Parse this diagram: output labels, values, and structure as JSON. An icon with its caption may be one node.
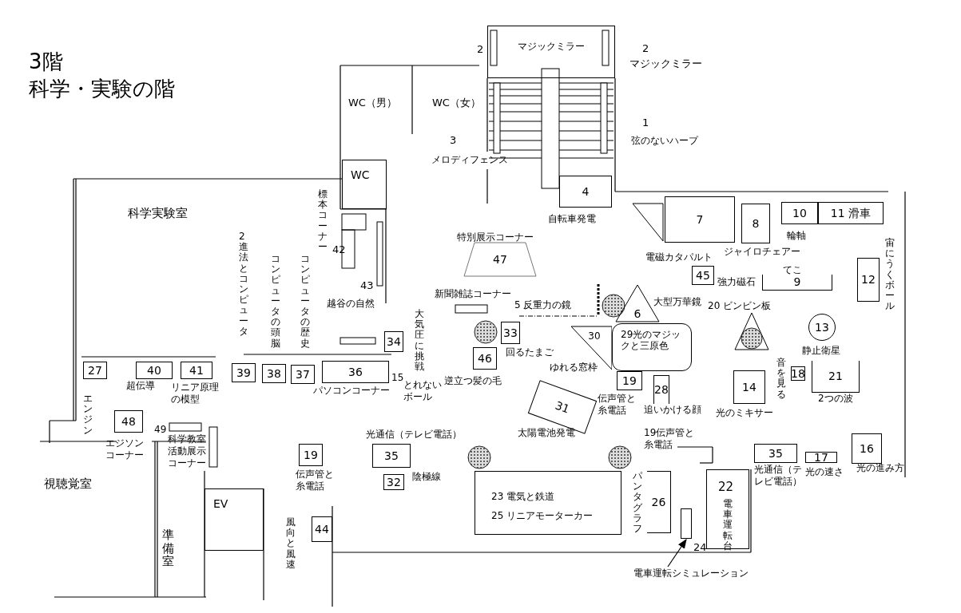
{
  "diagram": {
    "title": "科学・実験の階",
    "nodes": [
      {
        "text": [
          "4"
        ]
      },
      {
        "text": [
          "7"
        ]
      },
      {
        "text": [
          "8"
        ]
      },
      {
        "text": [
          "10"
        ]
      },
      {
        "text": [
          "11 滑車"
        ]
      },
      {
        "text": [
          "12"
        ]
      },
      {
        "text": [
          "47"
        ]
      },
      {
        "text": [
          "45"
        ]
      },
      {
        "text": [
          "9"
        ]
      },
      {
        "text": [
          "6"
        ]
      },
      {
        "text": [
          "29光のマジックと三原色"
        ]
      },
      {
        "text": [
          "30"
        ]
      },
      {
        "text": [
          "13"
        ]
      },
      {
        "text": [
          "33"
        ]
      },
      {
        "text": [
          "46"
        ]
      },
      {
        "text": [
          "34"
        ]
      },
      {
        "text": [
          "36"
        ]
      },
      {
        "text": [
          "27"
        ]
      },
      {
        "text": [
          "40"
        ]
      },
      {
        "text": [
          "41"
        ]
      },
      {
        "text": [
          "39"
        ]
      },
      {
        "text": [
          "38"
        ]
      },
      {
        "text": [
          "37"
        ]
      },
      {
        "text": [
          "48"
        ]
      },
      {
        "text": [
          "19"
        ]
      },
      {
        "text": [
          "28"
        ]
      },
      {
        "text": [
          "14"
        ]
      },
      {
        "text": [
          "18"
        ]
      },
      {
        "text": [
          "21"
        ]
      },
      {
        "text": [
          "31"
        ]
      },
      {
        "text": [
          "19"
        ]
      },
      {
        "text": [
          "35"
        ]
      },
      {
        "text": [
          "32"
        ]
      },
      {
        "text": [
          "44"
        ]
      },
      {
        "text": [
          "23 電気と鉄道",
          "25 リニアモーターカー"
        ]
      },
      {
        "text": [
          "26"
        ]
      },
      {
        "text": [
          "22",
          "電車運転台"
        ]
      },
      {
        "text": [],
        "shape": "box",
        "beside": [
          "24"
        ]
      },
      {
        "text": [
          "電車運転シミュレーション"
        ]
      },
      {
        "text": [
          "35"
        ]
      },
      {
        "text": [
          "17"
        ]
      },
      {
        "text": [
          "16"
        ]
      },
      {
        "text": [
          "WC"
        ]
      },
      {
        "text": [
          "EV"
        ]
      },
      {
        "text": [
          "マジックミラー"
        ],
        "beside": [
          "2"
        ]
      }
    ],
    "edges": [
      {
        "from": 38,
        "to": 37,
        "arrow": "to"
      }
    ],
    "labels": [
      "3階",
      "WC（男）",
      "WC（女）",
      "2",
      "マジックミラー",
      "1",
      "3",
      "弦のないハープ",
      "メロディフェンス",
      "自転車発電",
      "科学実験室",
      "標本コーナー",
      "42",
      "43",
      "越谷の自然",
      "2進法とコンピュータ",
      "コンピュータの頭脳",
      "コンピュータの歴史",
      "特別展示コーナー",
      "電磁カタパルト",
      "ジャイロチェアー",
      "輪軸",
      "宙にうくボール",
      "てこ",
      "強力磁石",
      "新聞雑誌コーナー",
      "5 反重力の鏡",
      "大型万華鏡",
      "20 ビンビン板",
      "大気圧に挑戦",
      "回るたまご",
      "ゆれる窓枠",
      "静止衛星",
      "15",
      "逆立つ髪の毛",
      "音を見る",
      "超伝導",
      "リニア原理の模型",
      "パソコンコーナー",
      "とれないボール",
      "伝声管と糸電話",
      "追いかける顔",
      "光のミキサー",
      "2つの波",
      "エンジン",
      "49",
      "科学教室活動展示コーナー",
      "エジソンコーナー",
      "光通信（テレビ電話）",
      "太陽電池発電",
      "19伝声管と糸電話",
      "視聴覚室",
      "伝声管と糸電話",
      "陰極線",
      "光通信（テレビ電話）",
      "光の速さ",
      "光の進み方",
      "パンタグラフ",
      "準備室",
      "風向と風速"
    ]
  }
}
